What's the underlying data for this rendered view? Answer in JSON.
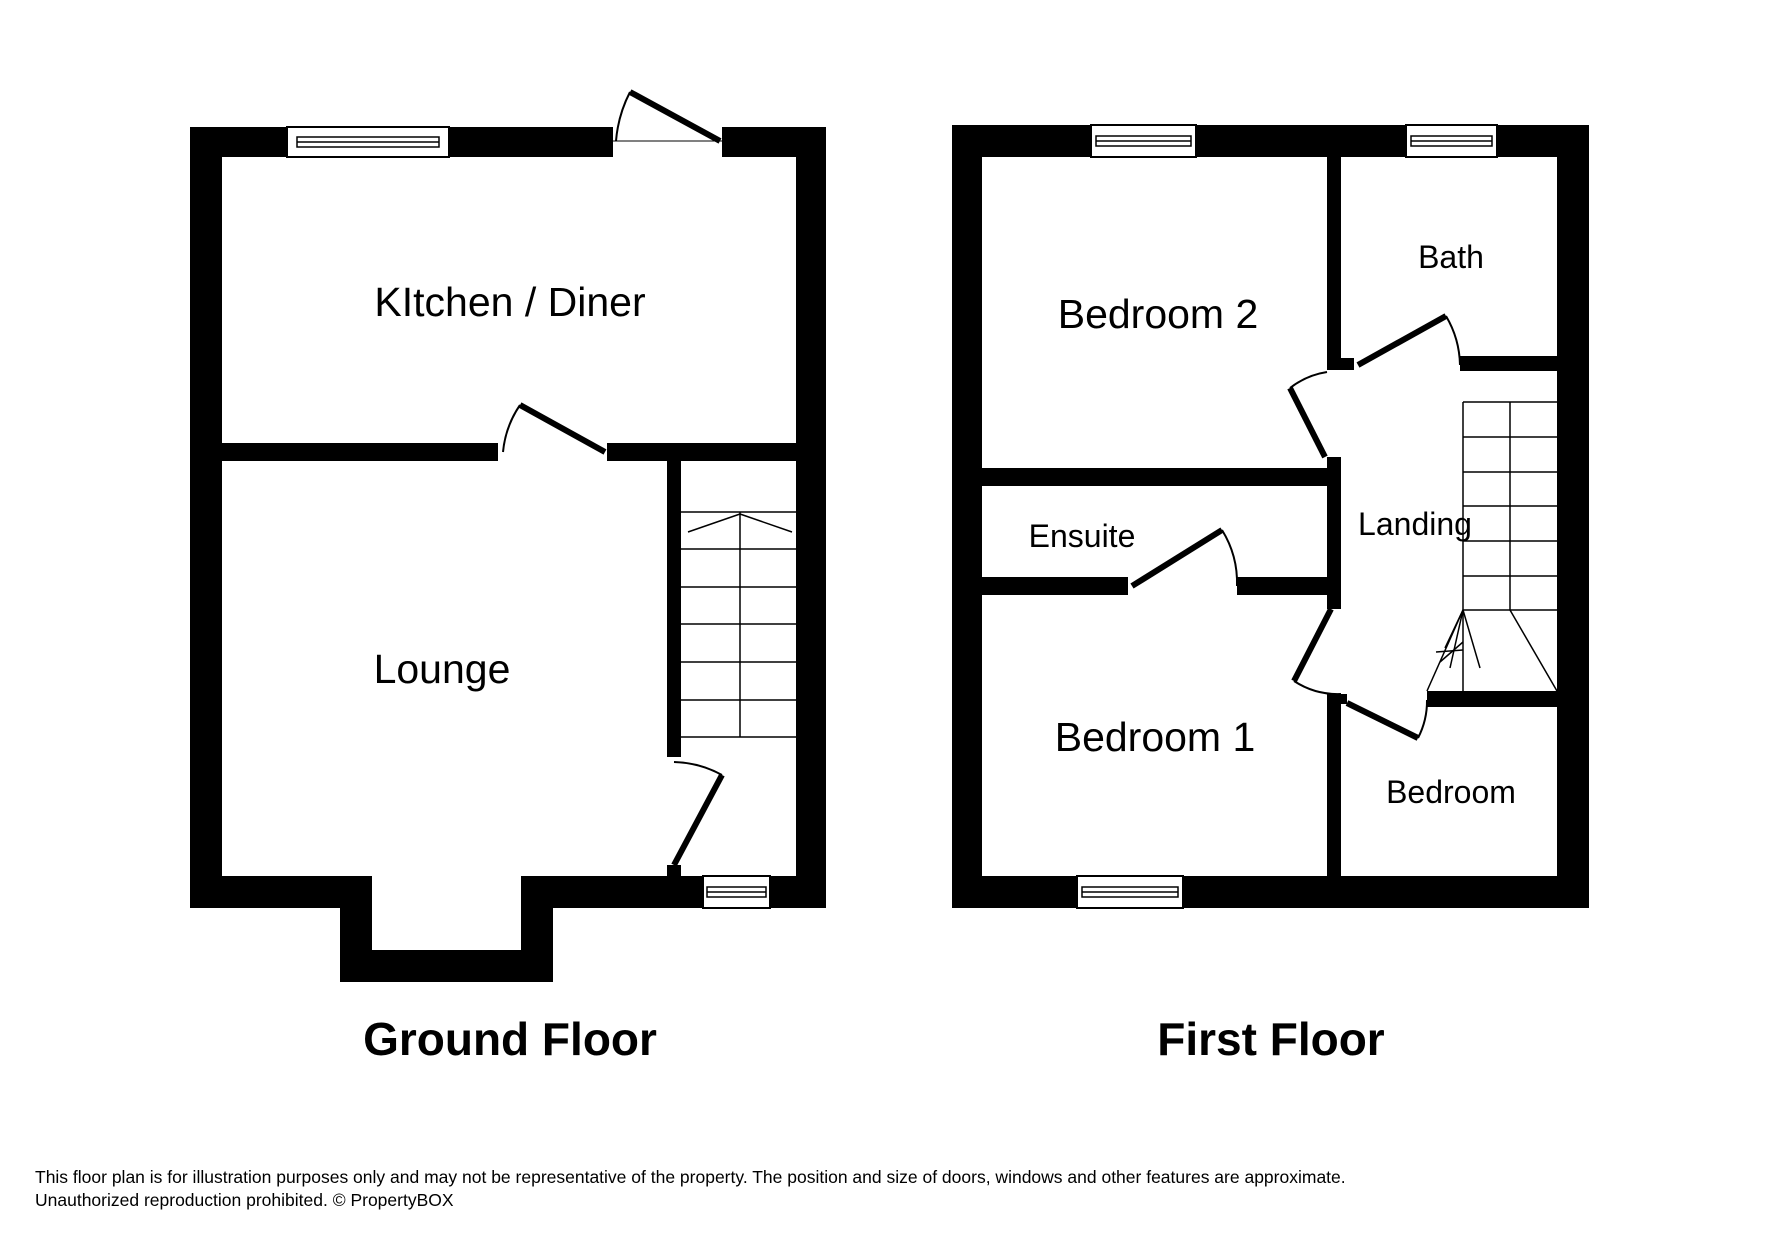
{
  "rooms": {
    "kitchen_diner": "KItchen / Diner",
    "lounge": "Lounge",
    "bedroom_2": "Bedroom 2",
    "bath": "Bath",
    "ensuite": "Ensuite",
    "landing": "Landing",
    "bedroom_1": "Bedroom 1",
    "bedroom": "Bedroom"
  },
  "floors": {
    "ground": "Ground Floor",
    "first": "First Floor"
  },
  "disclaimer": "This floor plan is for illustration purposes only and may not be representative of the property. The position and size of doors, windows and other features are approximate. Unauthorized reproduction prohibited. © PropertyBOX",
  "colors": {
    "wall": "#000000",
    "background": "#ffffff"
  }
}
